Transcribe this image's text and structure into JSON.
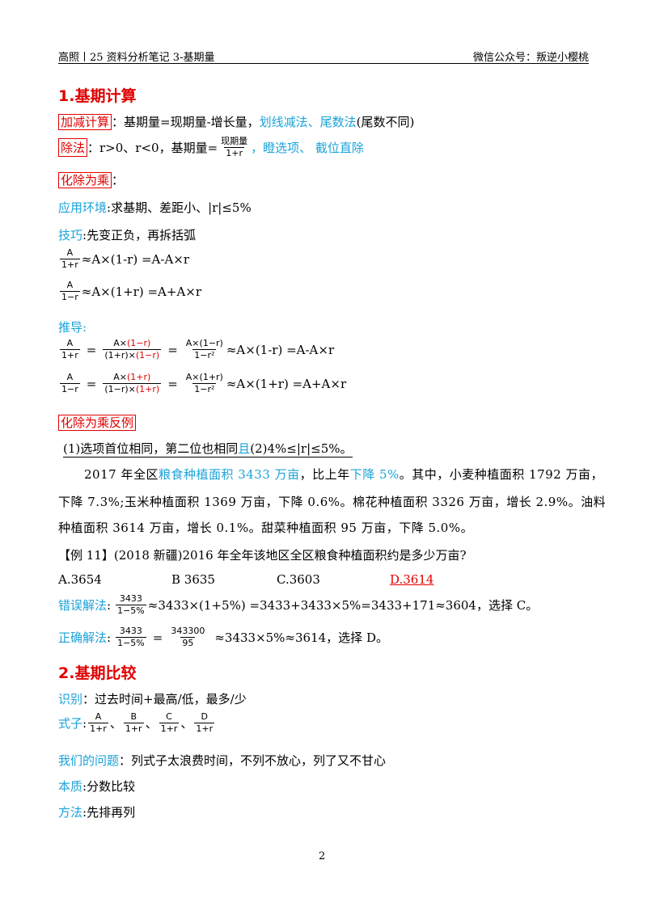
{
  "header": {
    "left": "高照丨25 资料分析笔记 3-基期量",
    "right": "微信公众号：叛逆小樱桃"
  },
  "s1": {
    "title": "1.基期计算",
    "add_label": "加减计算",
    "add_text": "：基期量=现期量-增长量，",
    "add_blue": "划线减法、尾数法",
    "add_tail": "(尾数不同)",
    "div_label": "除法",
    "div_text": "：r>0、r<0，基期量=",
    "div_num": "现期量",
    "div_den": "1+r",
    "div_blue": "，瞪选项、 截位直除",
    "mul_label": "化除为乘",
    "mul_colon": "：",
    "env_label": "应用环境",
    "env_text": ":求基期、差距小、|r|≤5%",
    "tip_label": "技巧",
    "tip_text": ":先变正负，再拆括弧",
    "f1_num": "A",
    "f1_den": "1+r",
    "f1_rest": "≈A×(1-r) =A-A×r",
    "f2_num": "A",
    "f2_den": "1−r",
    "f2_rest": "≈A×(1+r) =A+A×r",
    "derive_label": "推导:",
    "d1": {
      "a_num": "A",
      "a_den": "1+r",
      "b_num_pre": "A×",
      "b_num_red": "(1−r)",
      "b_den_pre": "(1+r)×",
      "b_den_red": "(1−r)",
      "c_num": "A×(1−r)",
      "c_den": "1−r²",
      "rest": "≈A×(1-r) =A-A×r"
    },
    "d2": {
      "a_num": "A",
      "a_den": "1−r",
      "b_num_pre": "A×",
      "b_num_red": "(1+r)",
      "b_den_pre": "(1−r)×",
      "b_den_red": "(1+r)",
      "c_num": "A×(1+r)",
      "c_den": "1−r²",
      "rest": "≈A×(1+r) =A+A×r"
    },
    "counter_label": "化除为乘反例",
    "counter_pre": "(1)选项首位相同，第二位也相同",
    "counter_blue": "且",
    "counter_post": "(2)4%≤|r|≤5%。",
    "para_1a": "2017 年全区",
    "para_1b": "粮食种植面积 3433 万亩",
    "para_1c": "，比上年",
    "para_1d": "下降 5%",
    "para_1e": "。其中，小麦种植面积 1792 万亩，",
    "para_2": "下降 7.3%;玉米种植面积 1369 万亩，下降 0.6%。棉花种植面积 3326 万亩，增长 2.9%。油料",
    "para_3": "种植面积 3614 万亩，增长 0.1%。甜菜种植面积 95 万亩，下降 5.0%。",
    "example": "【例 11】(2018 新疆)2016 年全年该地区全区粮食种植面积约是多少万亩?",
    "optA": "A.3654",
    "optB": "B 3635",
    "optC": "C.3603",
    "optD": "D.3614",
    "wrong_label": "错误解法",
    "wrong_num": "3433",
    "wrong_den": "1−5%",
    "wrong_rest": "≈3433×(1+5%) =3433+3433×5%=3433+171≈3604，选择 C。",
    "right_label": "正确解法",
    "right_num": "3433",
    "right_den": "1−5%",
    "right_num2": "343300",
    "right_den2": "95",
    "right_rest": "≈3433×5%≈3614，选择 D。"
  },
  "s2": {
    "title": "2.基期比较",
    "id_label": "识别",
    "id_text": "：过去时间+最高/低，最多/少",
    "form_label": "式子",
    "form_items": [
      {
        "num": "A",
        "den": "1+r"
      },
      {
        "num": "B",
        "den": "1+r"
      },
      {
        "num": "C",
        "den": "1+r"
      },
      {
        "num": "D",
        "den": "1+r"
      }
    ],
    "sep": "、",
    "q_label": "我们的问题",
    "q_text": "：列式子太浪费时间，不列不放心，列了又不甘心",
    "nature_label": "本质",
    "nature_text": ":分数比较",
    "method_label": "方法",
    "method_text": ":先排再列"
  },
  "page_number": "2",
  "colors": {
    "red": "#e00000",
    "blue": "#1aa3d9"
  }
}
